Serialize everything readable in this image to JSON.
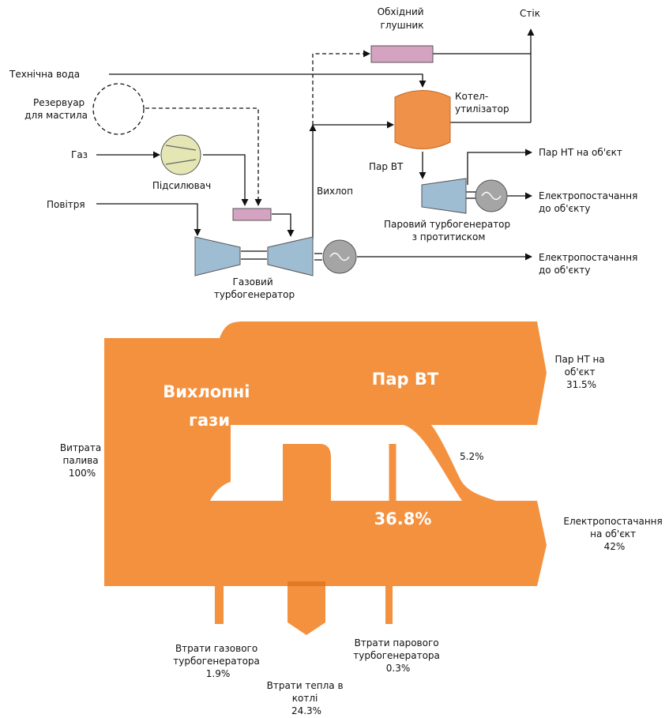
{
  "schematic": {
    "bypass_silencer": [
      "Обхідний",
      "глушник"
    ],
    "stack": "Стік",
    "process_water": "Технічна вода",
    "oil_tank": [
      "Резервуар",
      "для мастила"
    ],
    "gas": "Газ",
    "booster": "Підсилювач",
    "air": "Повітря",
    "hrsg": [
      "Котел-",
      "утилізатор"
    ],
    "hp_steam": "Пар ВТ",
    "exhaust": "Вихлоп",
    "lp_steam_out": "Пар НТ на об'єкт",
    "power_out_steam": [
      "Електропостачання",
      "до об'єкту"
    ],
    "steam_turbine": [
      "Паровий турбогенератор",
      "з протитиском"
    ],
    "power_out_gas": [
      "Електропостачання",
      "до об'єкту"
    ],
    "gas_turbine": [
      "Газовий",
      "турбогенератор"
    ]
  },
  "sankey": {
    "big_exhaust": [
      "Вихлопні",
      "гази"
    ],
    "big_steam": "Пар ВТ",
    "big_power": "36.8%",
    "flow_5_2": "5.2%",
    "fuel": [
      "Витрата",
      "палива",
      "100%"
    ],
    "lp_steam": [
      "Пар НТ на",
      "об'єкт",
      "31.5%"
    ],
    "power": [
      "Електропостачання",
      "на об'єкт",
      "42%"
    ],
    "loss_gas": [
      "Втрати газового",
      "турбогенератора",
      "1.9%"
    ],
    "loss_boiler": [
      "Втрати тепла в",
      "котлі",
      "24.3%"
    ],
    "loss_steam": [
      "Втрати парового",
      "турбогенератора",
      "0.3%"
    ]
  },
  "colors": {
    "sankey": "#f4913f",
    "sankey_dark": "#e27a25",
    "boiler": "#f0914a",
    "turbine": "#9fbdd2",
    "booster": "#e4e6b4",
    "silencer": "#d5a3c2",
    "generator": "#a5a5a5"
  }
}
